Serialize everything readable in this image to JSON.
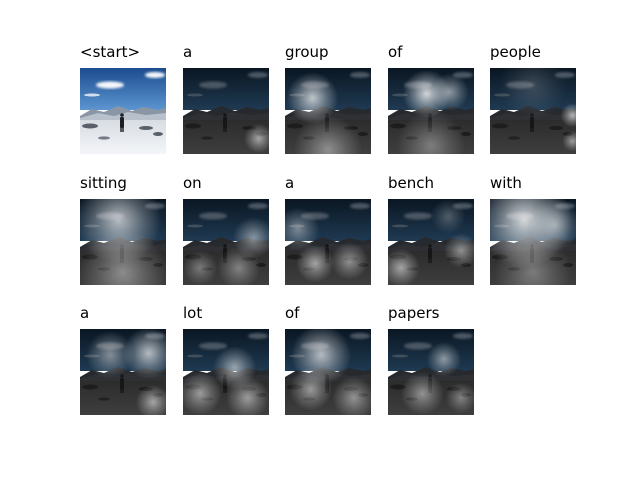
{
  "words": [
    "<start>",
    "a",
    "group",
    "of",
    "people",
    "sitting",
    "on",
    "a",
    "bench",
    "with",
    "a",
    "lot",
    "of",
    "papers"
  ],
  "attention": [
    [],
    [
      [
        0.88,
        0.82,
        0.17,
        0.65
      ]
    ],
    [
      [
        0.32,
        0.35,
        0.3,
        0.85
      ],
      [
        0.5,
        0.95,
        0.4,
        0.5
      ]
    ],
    [
      [
        0.45,
        0.3,
        0.28,
        0.95
      ],
      [
        0.72,
        0.28,
        0.22,
        0.6
      ],
      [
        0.5,
        0.9,
        0.4,
        0.4
      ]
    ],
    [
      [
        0.96,
        0.55,
        0.14,
        0.75
      ],
      [
        0.96,
        0.85,
        0.12,
        0.6
      ],
      [
        0.5,
        0.2,
        0.4,
        0.2
      ]
    ],
    [
      [
        0.45,
        0.25,
        0.5,
        0.8
      ],
      [
        0.5,
        0.85,
        0.5,
        0.5
      ]
    ],
    [
      [
        0.82,
        0.45,
        0.24,
        0.55
      ],
      [
        0.65,
        0.8,
        0.25,
        0.45
      ],
      [
        0.2,
        0.8,
        0.2,
        0.4
      ]
    ],
    [
      [
        0.15,
        0.35,
        0.25,
        0.5
      ],
      [
        0.35,
        0.75,
        0.22,
        0.65
      ],
      [
        0.75,
        0.72,
        0.22,
        0.55
      ]
    ],
    [
      [
        0.15,
        0.8,
        0.22,
        0.65
      ],
      [
        0.85,
        0.6,
        0.2,
        0.55
      ],
      [
        0.7,
        0.2,
        0.2,
        0.3
      ]
    ],
    [
      [
        0.4,
        0.25,
        0.55,
        0.95
      ],
      [
        0.75,
        0.3,
        0.3,
        0.6
      ],
      [
        0.5,
        0.85,
        0.45,
        0.4
      ]
    ],
    [
      [
        0.8,
        0.28,
        0.3,
        0.8
      ],
      [
        0.35,
        0.3,
        0.28,
        0.55
      ],
      [
        0.85,
        0.85,
        0.2,
        0.65
      ]
    ],
    [
      [
        0.2,
        0.75,
        0.25,
        0.6
      ],
      [
        0.6,
        0.45,
        0.25,
        0.65
      ],
      [
        0.75,
        0.8,
        0.25,
        0.6
      ]
    ],
    [
      [
        0.42,
        0.3,
        0.35,
        0.8
      ],
      [
        0.3,
        0.7,
        0.25,
        0.6
      ],
      [
        0.8,
        0.8,
        0.25,
        0.55
      ]
    ],
    [
      [
        0.65,
        0.35,
        0.2,
        0.6
      ],
      [
        0.4,
        0.75,
        0.25,
        0.55
      ],
      [
        0.85,
        0.8,
        0.18,
        0.45
      ]
    ]
  ]
}
